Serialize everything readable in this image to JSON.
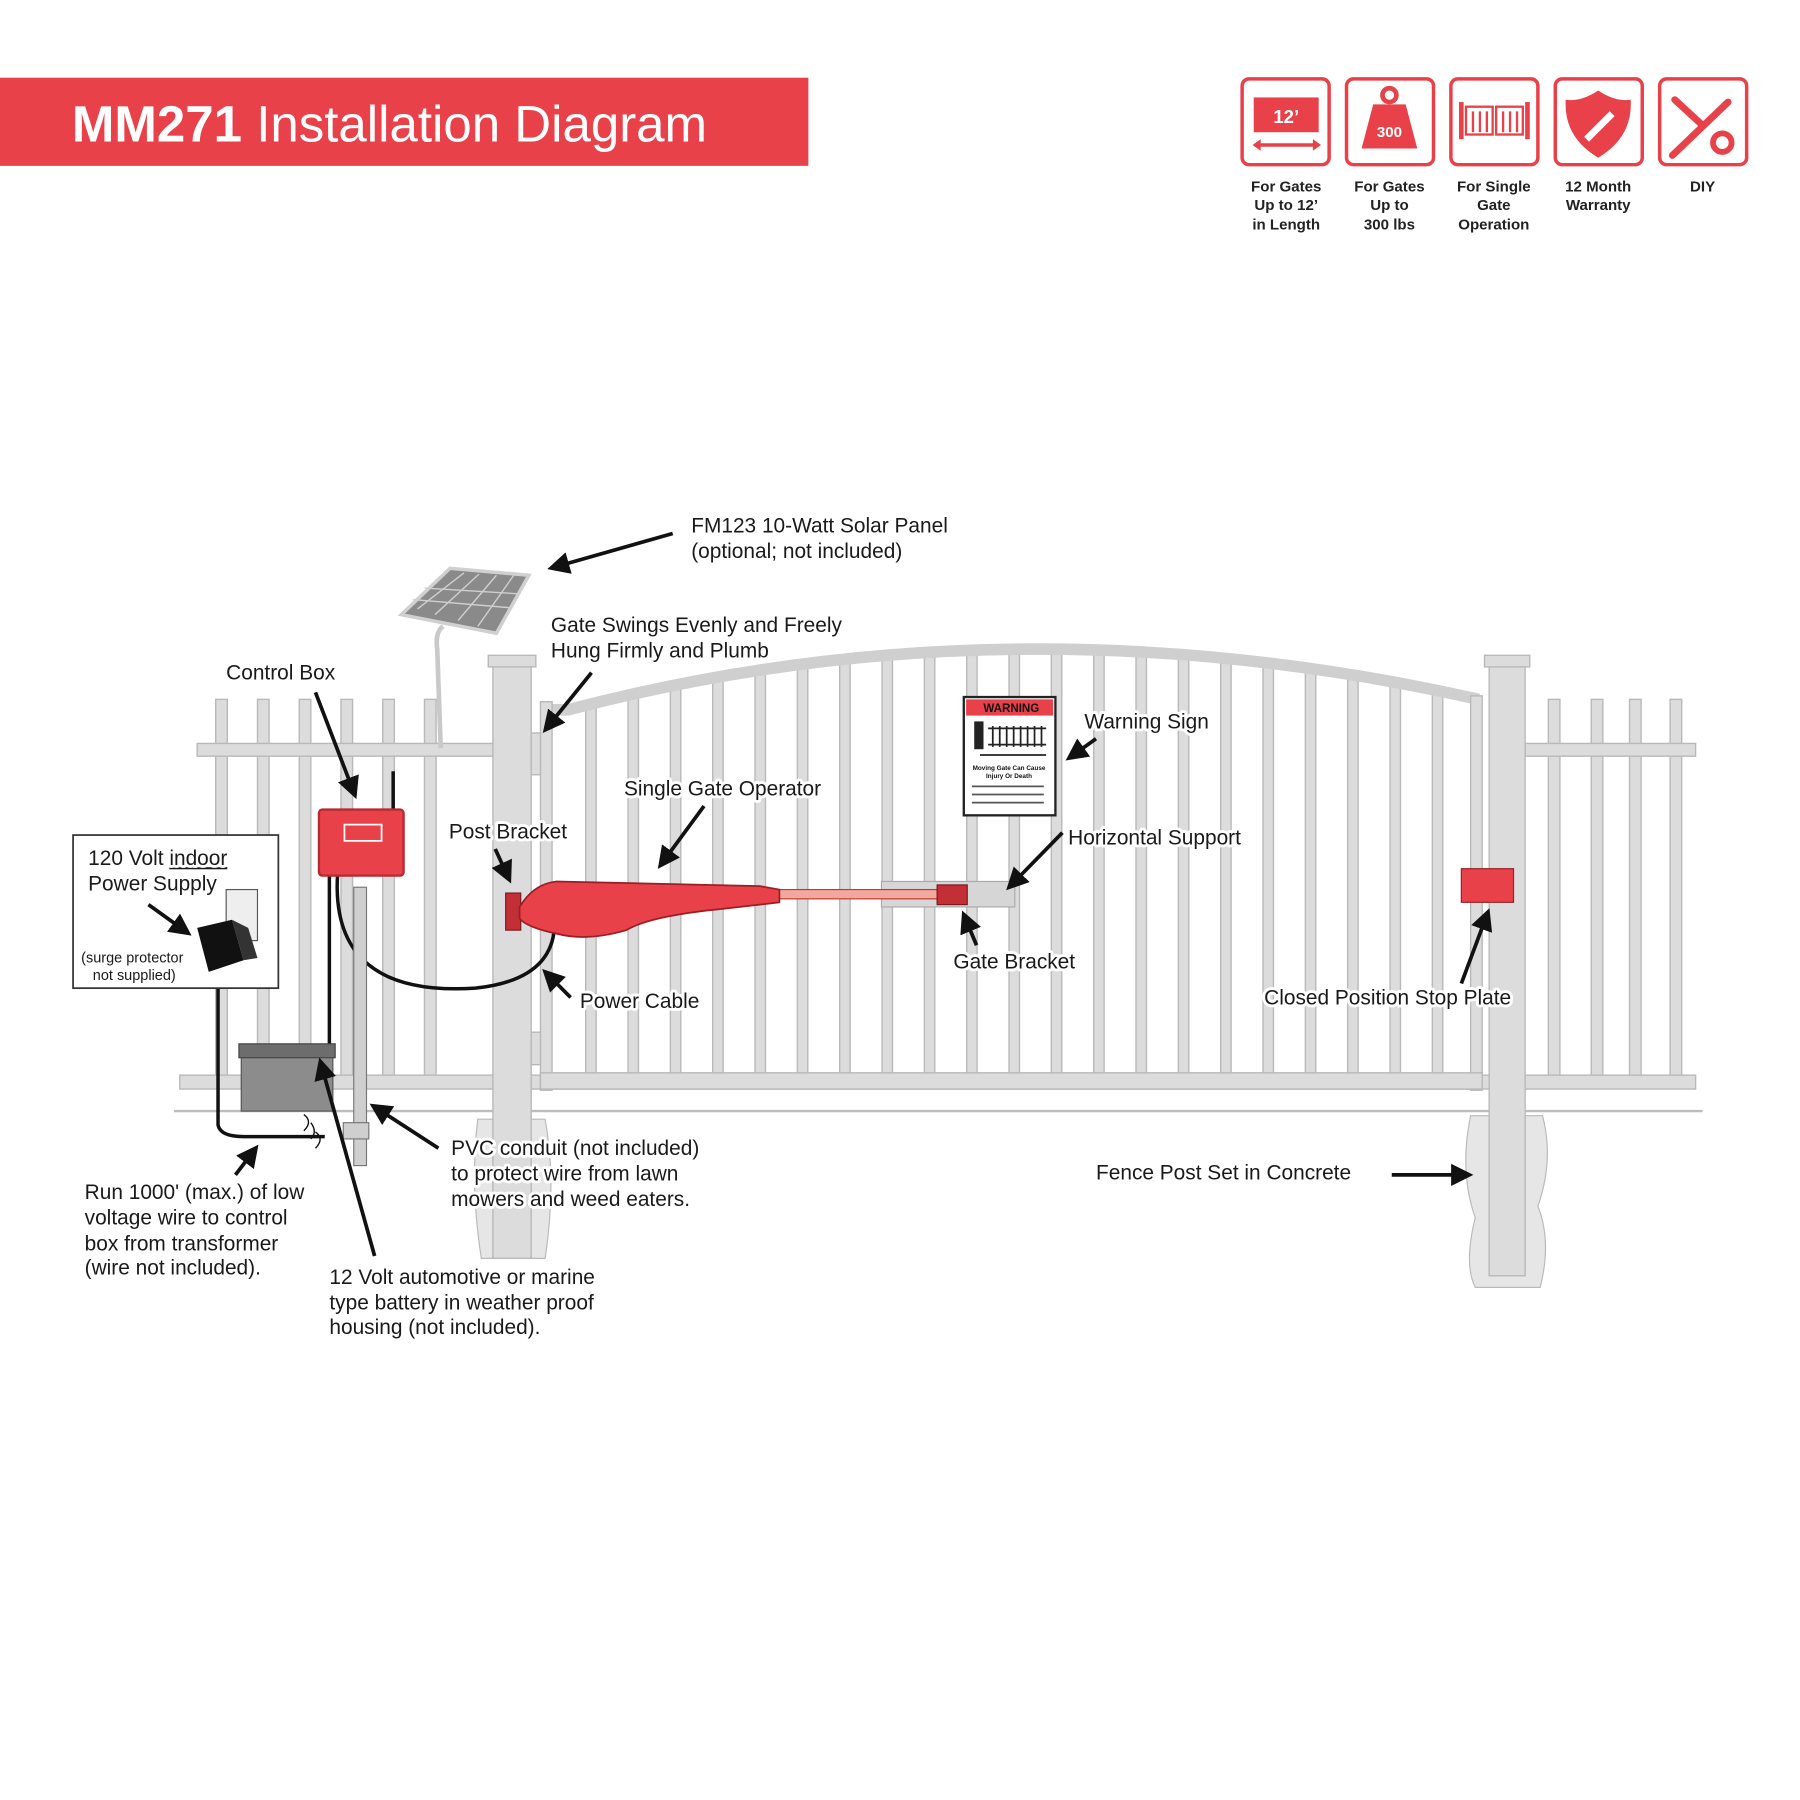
{
  "header": {
    "title_bold": "MM271",
    "title_rest": " Installation Diagram",
    "brand_color": "#e8414a"
  },
  "features": [
    {
      "icon": "gate-length-icon",
      "badge": "12’",
      "lines": [
        "For Gates",
        "Up to 12’",
        "in Length"
      ]
    },
    {
      "icon": "weight-icon",
      "badge": "300",
      "lines": [
        "For Gates",
        "Up to",
        "300 lbs"
      ]
    },
    {
      "icon": "single-gate-icon",
      "lines": [
        "For Single",
        "Gate",
        "Operation"
      ]
    },
    {
      "icon": "warranty-shield-icon",
      "lines": [
        "12 Month",
        "Warranty"
      ]
    },
    {
      "icon": "tools-icon",
      "lines": [
        "DIY"
      ]
    }
  ],
  "labels": {
    "solar_panel": [
      "FM123 10-Watt Solar Panel",
      "(optional; not included)"
    ],
    "gate_swings": [
      "Gate Swings Evenly and Freely",
      "Hung Firmly and Plumb"
    ],
    "control_box": "Control Box",
    "single_gate_operator": "Single Gate Operator",
    "warning_sign": "Warning Sign",
    "post_bracket": "Post Bracket",
    "horizontal_support": "Horizontal Support",
    "gate_bracket": "Gate Bracket",
    "power_cable": "Power Cable",
    "stop_plate": "Closed Position Stop Plate",
    "power_supply": {
      "line1_a": "120 Volt ",
      "line1_b": "indoor",
      "line2": "Power Supply",
      "note1": "(surge protector",
      "note2": "not supplied)"
    },
    "pvc_conduit": [
      "PVC conduit (not included)",
      "to protect wire from lawn",
      "mowers and weed eaters."
    ],
    "fence_post": "Fence Post Set in Concrete",
    "run_wire": [
      "Run 1000' (max.) of low",
      "voltage wire to control",
      "box from transformer",
      "(wire not included)."
    ],
    "battery": [
      "12 Volt automotive or marine",
      "type battery in weather proof",
      "housing (not included)."
    ]
  },
  "warning_sign": {
    "title": "WARNING",
    "headline1": "Moving Gate Can Cause",
    "headline2": "Injury Or Death"
  }
}
